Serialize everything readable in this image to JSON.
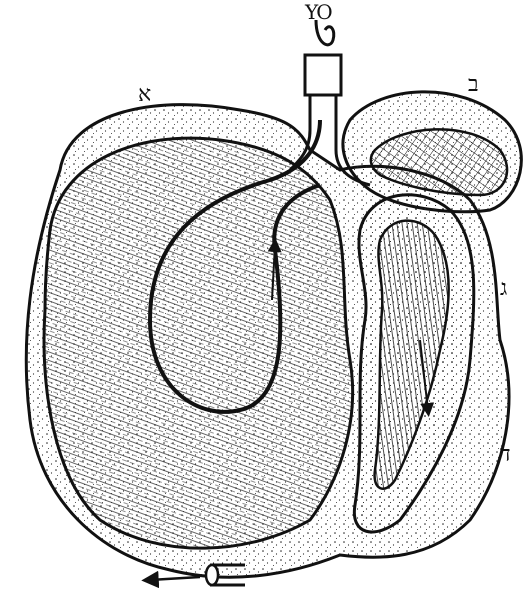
{
  "labels": {
    "a": "א",
    "b": "ב",
    "c": "ג",
    "d": "ד",
    "top": "YO"
  }
}
